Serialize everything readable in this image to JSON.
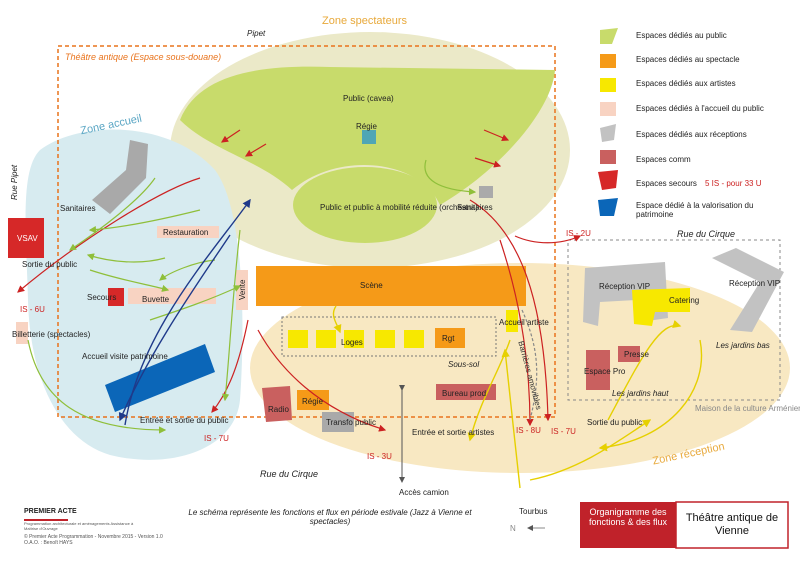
{
  "zones": {
    "spectateurs": "Zone spectateurs",
    "accueil": "Zone accueil",
    "reception": "Zone réception"
  },
  "places": {
    "pipet": "Pipet",
    "theatre": "Théâtre antique (Espace sous-douane)",
    "rue_pipet": "Rue Pipet",
    "rue_du_cirque": "Rue du Cirque",
    "sous_sol": "Sous-sol",
    "jardins_bas": "Les jardins bas",
    "jardins_haut": "Les jardins haut",
    "maison_culture": "Maison de la culture Arménienne"
  },
  "spaces": {
    "public_cavea": "Public (cavea)",
    "regie": "Régie",
    "orchestra": "Public et public à mobilité réduite (orchestra)",
    "sanitaires": "Sanitaires",
    "vsav": "VSAV",
    "restauration": "Restauration",
    "sortie_public": "Sortie du public",
    "secours": "Secours",
    "buvette": "Buvette",
    "vente": "Vente",
    "billetterie": "Billetterie (spectacles)",
    "accueil_visite": "Accueil visite patrimoine",
    "entree_sortie_public": "Entrée et sortie du public",
    "scene": "Scène",
    "loges": "Loges",
    "rgt": "Rgt",
    "accueil_artiste": "Accueil artiste",
    "bureau_prod": "Bureau prod",
    "radio": "Radio",
    "transfo": "Transfo public",
    "entree_sortie_artistes": "Entrée et sortie artistes",
    "sortie_public_right": "Sortie du public",
    "acces_camion": "Accès camion",
    "tourbus": "Tourbus",
    "barrieres": "Barrières amovibles",
    "reception_vip": "Réception VIP",
    "catering": "Catering",
    "presse": "Presse",
    "espace_pro": "Espace Pro"
  },
  "exits": {
    "is_6u": "IS - 6U",
    "is_7u": "IS - 7U",
    "is_3u": "IS - 3U",
    "is_8u": "IS - 8U",
    "is_2u": "IS - 2U"
  },
  "legend": [
    "Espaces dédiés au public",
    "Espaces dédiés au spectacle",
    "Espaces dédiés aux artistes",
    "Espaces dédiés à l'accueil du public",
    "Espaces dédiés aux réceptions",
    "Espaces comm",
    "Espaces secours",
    "Espace dédié à la valorisation du patrimoine"
  ],
  "legend_note": "5 IS - pour 33 U",
  "footer": {
    "logo": "PREMIER ACTE",
    "logo_tagline": "Programmation architecturale et aménagements Assistance à Maîtrise d'Ouvrage",
    "copyright": "© Premier Acte Programmation - Novembre 2015 - Version 1.0",
    "oao": "O.A.O. : Benoît HAYS",
    "caption": "Le schéma représente les fonctions et flux en période estivale (Jazz à Vienne et spectacles)",
    "north": "N",
    "red_title": "Organigramme des fonctions & des flux",
    "white_title": "Théâtre antique de Vienne"
  },
  "colors": {
    "public": "#c8db6b",
    "spectacle": "#f59a18",
    "artistes": "#f7e800",
    "accueil": "#f8d3c2",
    "receptions": "#c2c2c2",
    "comm": "#c9605f",
    "secours": "#d62828",
    "patrimoine": "#0b66b8"
  }
}
